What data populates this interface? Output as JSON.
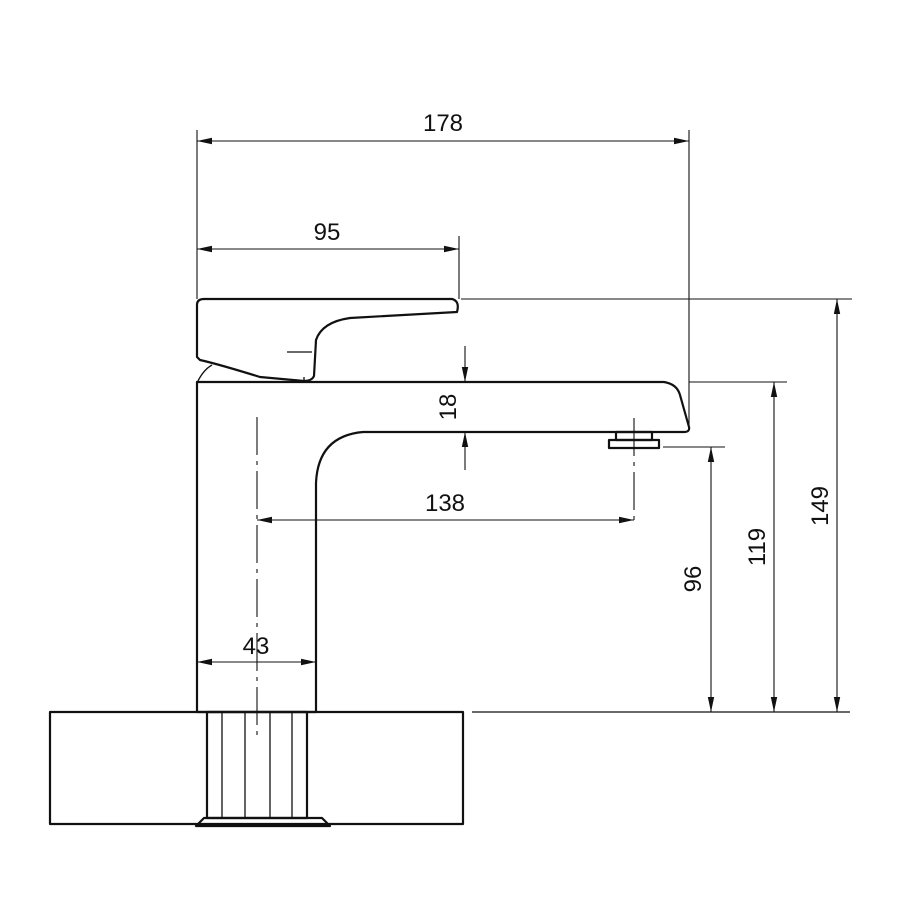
{
  "dimensions": {
    "overall_length": "178",
    "handle_length": "95",
    "spout_thickness": "18",
    "spout_reach": "138",
    "body_width": "43",
    "outlet_height": "96",
    "spout_top_height": "119",
    "total_height": "149"
  },
  "colors": {
    "line": "#111111",
    "background": "#ffffff"
  }
}
